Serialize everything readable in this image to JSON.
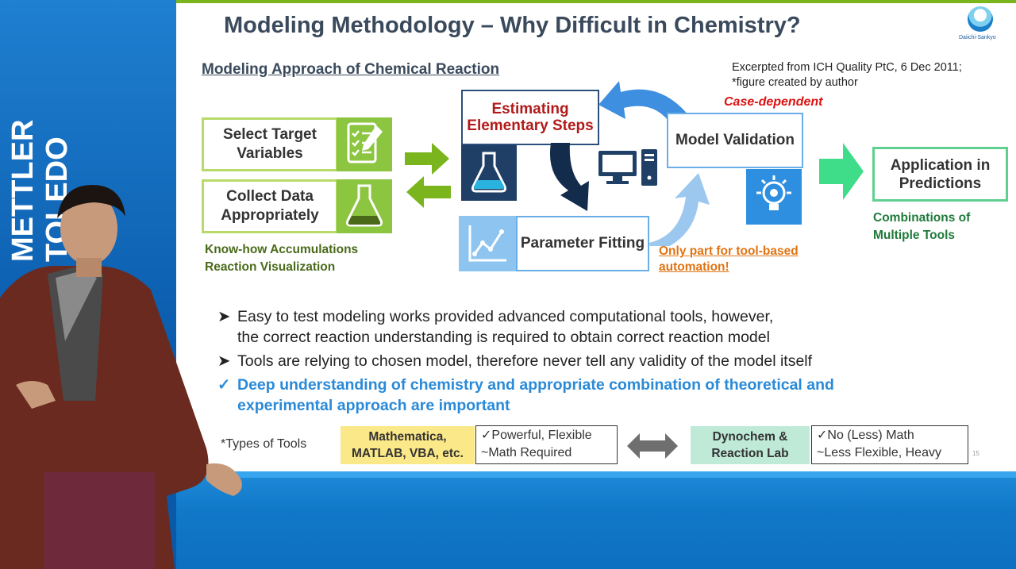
{
  "brand": "METTLER TOLEDO",
  "slide": {
    "title": "Modeling Methodology – Why Difficult in Chemistry?",
    "logo_text": "Daiichi-Sankyo",
    "subtitle": "Modeling Approach of Chemical Reaction",
    "citation_line1": "Excerpted from ICH Quality PtC, 6 Dec 2011;",
    "citation_line2": "*figure created by author",
    "case_dependent": "Case-dependent",
    "select_target": "Select Target Variables",
    "collect_data": "Collect Data Appropriately",
    "know_line1": "Know-how Accumulations",
    "know_line2": "Reaction Visualization",
    "estimating": "Estimating Elementary Steps",
    "model_validation": "Model Validation",
    "parameter_fitting": "Parameter Fitting",
    "only_line1": "Only part for tool-based",
    "only_line2": "automation!",
    "application": "Application in Predictions",
    "combo_line1": "Combinations of",
    "combo_line2": "Multiple Tools",
    "bullet1_line1": "Easy to test modeling works provided advanced computational tools, however,",
    "bullet1_line2": "the correct reaction understanding is required to obtain correct reaction model",
    "bullet2": "Tools are relying to chosen model, therefore never tell any validity of the model itself",
    "bullet3_line1": "Deep understanding of chemistry and appropriate combination of theoretical and",
    "bullet3_line2": "experimental approach are important",
    "types_label": "*Types of Tools",
    "tool1_line1": "Mathematica,",
    "tool1_line2": "MATLAB, VBA, etc.",
    "tool1_note1": "✓Powerful, Flexible",
    "tool1_note2": "~Math Required",
    "tool2_line1": "Dynochem &",
    "tool2_line2": "Reaction Lab",
    "tool2_note1": "✓No (Less) Math",
    "tool2_note2": "~Less Flexible, Heavy",
    "page_number": "15"
  },
  "colors": {
    "brand_blue": "#0b5fb0",
    "green_accent": "#8cc540",
    "navy": "#1f3f66",
    "arrow_blue": "#2e8fe0",
    "red": "#d11111",
    "orange": "#e07414",
    "teal_green": "#3fdc8a"
  },
  "icons": [
    "checklist-icon",
    "flask-icon",
    "chart-icon",
    "computer-icon",
    "lightbulb-gear-icon"
  ]
}
